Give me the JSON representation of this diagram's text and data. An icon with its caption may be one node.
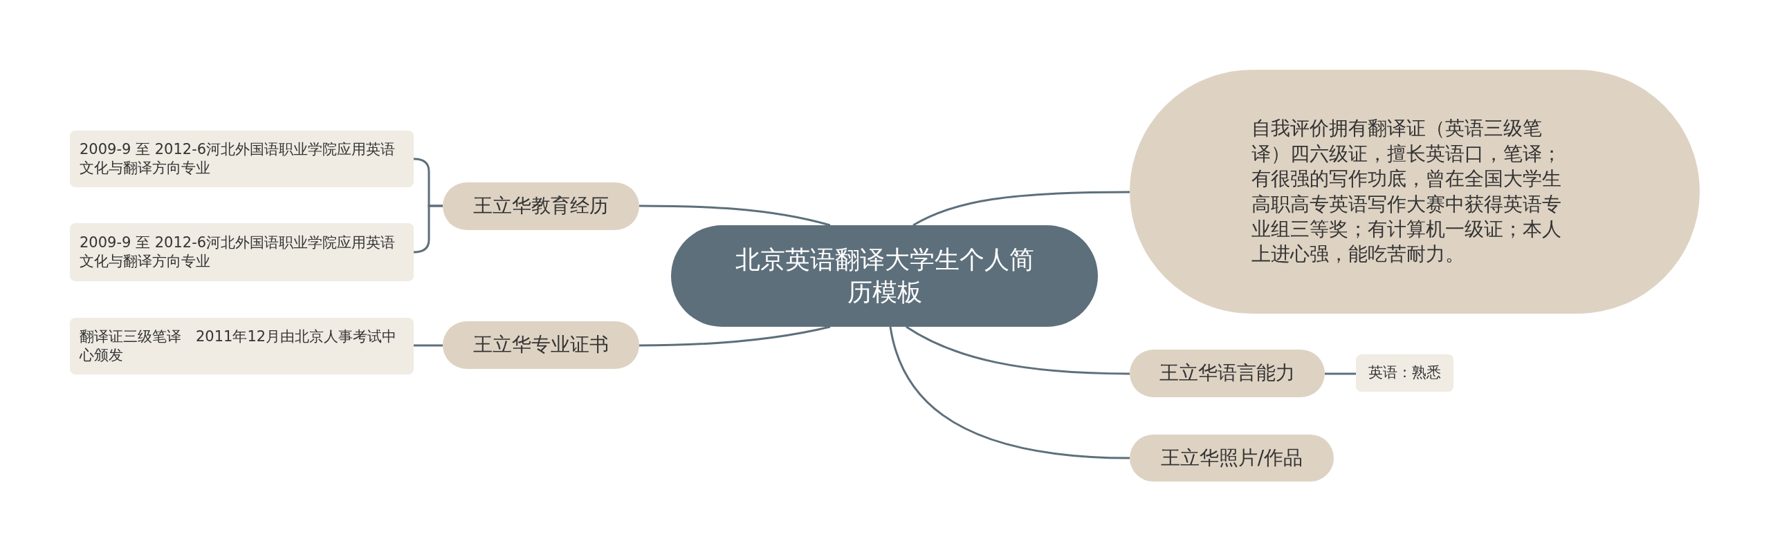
{
  "diagram": {
    "nodes": [
      {
        "text": [
          "北京英语翻译大学生个人简历模板"
        ]
      },
      {
        "text": [
          "王立华教育经历"
        ]
      },
      {
        "text": [
          "2009-9 至 2012-6河北外国语职业学院应用英语文化与翻译方向专业"
        ]
      },
      {
        "text": [
          "2009-9 至 2012-6河北外国语职业学院应用英语文化与翻译方向专业"
        ]
      },
      {
        "text": [
          "王立华专业证书"
        ]
      },
      {
        "text": [
          "翻译证三级笔译　2011年12月由北京人事考试中心颁发"
        ]
      },
      {
        "text": [
          "自我评价拥有翻译证（英语三级笔译）四六级证，擅长英语口，笔译；有很强的写作功底，曾在全国大学生高职高专英语写作大赛中获得英语专业组三等奖；有计算机一级证；本人上进心强，能吃苦耐力。"
        ]
      },
      {
        "text": [
          "王立华语言能力"
        ]
      },
      {
        "text": [
          "英语：熟悉"
        ]
      },
      {
        "text": [
          "王立华照片/作品"
        ]
      }
    ],
    "edges": [
      {
        "from": 0,
        "to": 1,
        "arrow": "none"
      },
      {
        "from": 1,
        "to": 2,
        "arrow": "none"
      },
      {
        "from": 1,
        "to": 3,
        "arrow": "none"
      },
      {
        "from": 0,
        "to": 4,
        "arrow": "none"
      },
      {
        "from": 4,
        "to": 5,
        "arrow": "none"
      },
      {
        "from": 0,
        "to": 6,
        "arrow": "none"
      },
      {
        "from": 0,
        "to": 7,
        "arrow": "none"
      },
      {
        "from": 7,
        "to": 8,
        "arrow": "none"
      },
      {
        "from": 0,
        "to": 9,
        "arrow": "none"
      }
    ]
  }
}
